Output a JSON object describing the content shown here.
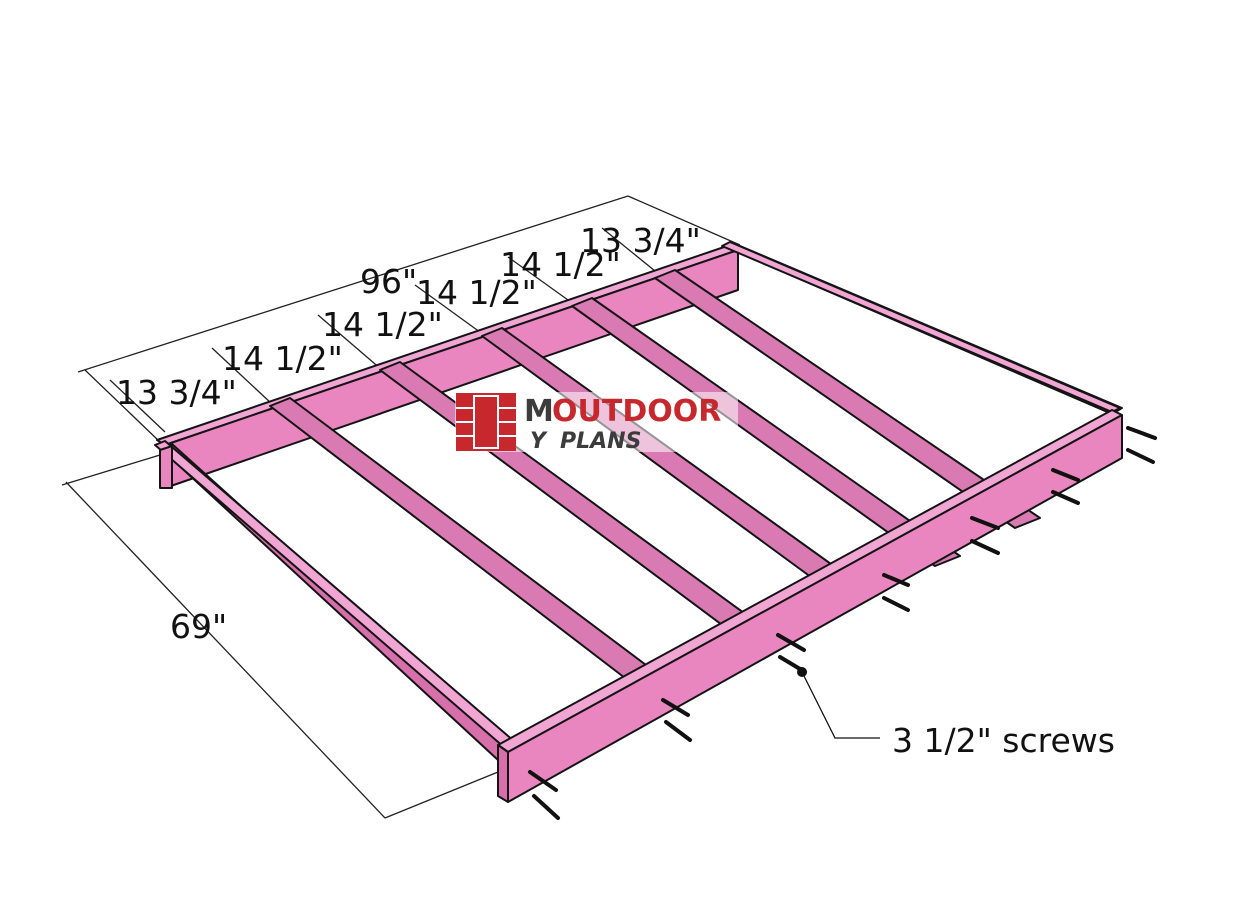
{
  "dimensions": {
    "overall_length": "96\"",
    "overall_width": "69\"",
    "spacings": [
      "13 3/4\"",
      "14 1/2\"",
      "14 1/2\"",
      "14 1/2\"",
      "14 1/2\"",
      "13 3/4\""
    ]
  },
  "callout": {
    "screws": "3 1/2\" screws"
  },
  "watermark": {
    "line1": "OUTDOOR",
    "line2": "PLANS",
    "letters": [
      "M",
      "Y"
    ]
  },
  "colors": {
    "lumber_face": "#e985bf",
    "lumber_top": "#f0a5d2",
    "lumber_side": "#d76fab",
    "outline": "#141414",
    "logo_red": "#c6282e"
  }
}
